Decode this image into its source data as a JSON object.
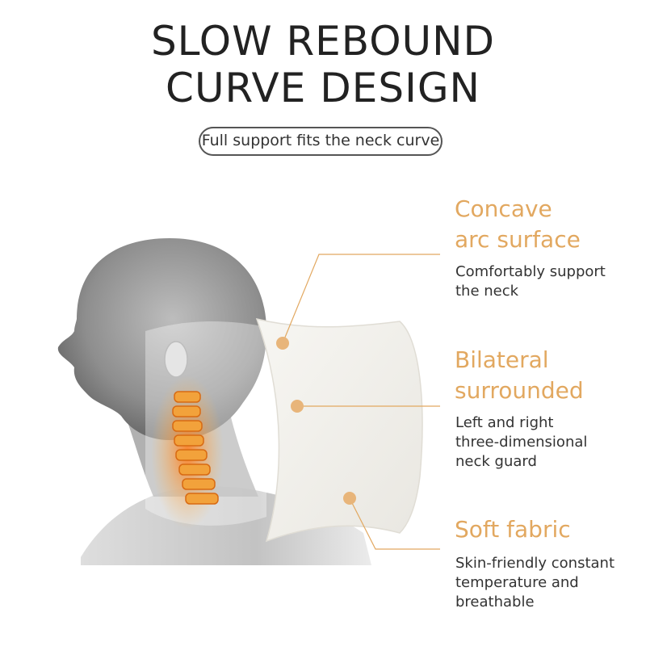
{
  "heading": {
    "line1": "SLOW REBOUND",
    "line2": "CURVE DESIGN"
  },
  "tagline": "Full support fits the neck curve",
  "colors": {
    "accent": "#e2a860",
    "text": "#222222",
    "body_text": "#333333"
  },
  "features": [
    {
      "title_lines": [
        "Concave",
        "arc surface"
      ],
      "desc_lines": [
        "Comfortably support",
        "the neck"
      ]
    },
    {
      "title_lines": [
        "Bilateral",
        "surrounded"
      ],
      "desc_lines": [
        "Left and right",
        "three-dimensional",
        "neck guard"
      ]
    },
    {
      "title_lines": [
        "Soft fabric"
      ],
      "desc_lines": [
        "Skin-friendly constant",
        "temperature and",
        "breathable"
      ]
    }
  ]
}
